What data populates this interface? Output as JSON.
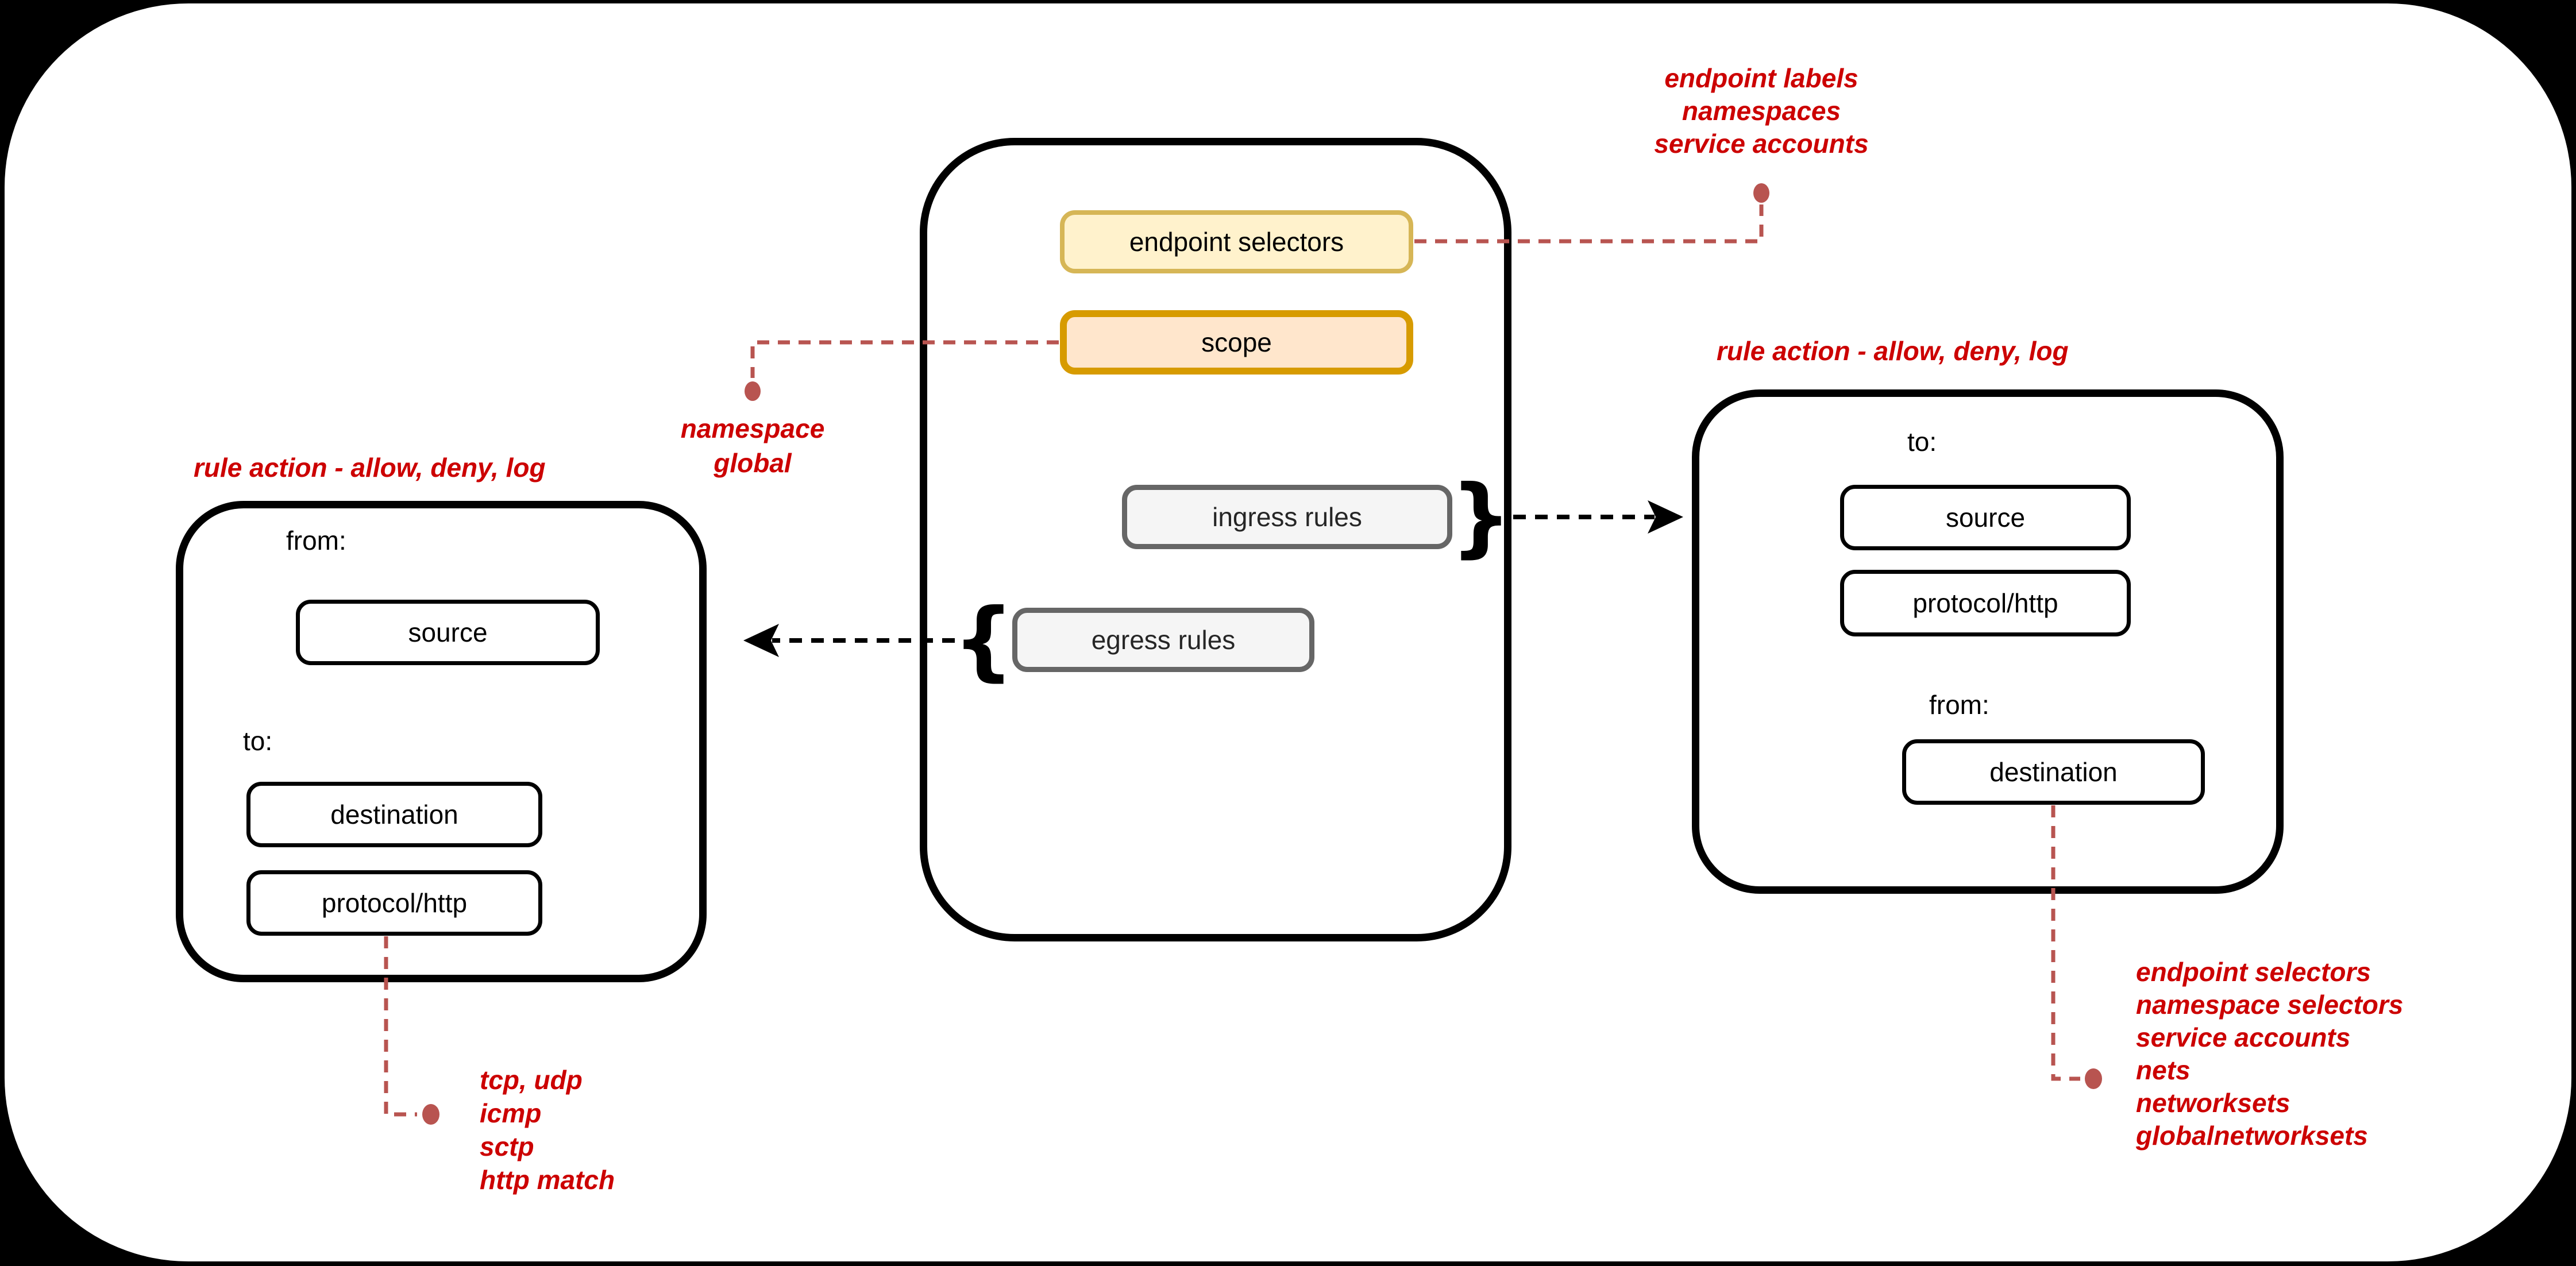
{
  "policy": {
    "endpoint_selectors": "endpoint selectors",
    "scope": "scope",
    "ingress_rules": "ingress rules",
    "egress_rules": "egress rules"
  },
  "braces": {
    "ingress": "}",
    "egress": "{"
  },
  "egress_detail": {
    "title": "rule action - allow, deny, log",
    "from_label": "from:",
    "source": "source",
    "to_label": "to:",
    "destination": "destination",
    "protocol": "protocol/http"
  },
  "ingress_detail": {
    "title": "rule action - allow, deny, log",
    "to_label": "to:",
    "source": "source",
    "protocol": "protocol/http",
    "from_label": "from:",
    "destination": "destination"
  },
  "annotations": {
    "endpoint_note": [
      "endpoint labels",
      "namespaces",
      "service accounts"
    ],
    "scope_note": [
      "namespace",
      "global"
    ],
    "protocol_note": [
      "tcp, udp",
      "icmp",
      "sctp",
      "http match"
    ],
    "destination_note": [
      "endpoint selectors",
      "namespace selectors",
      "service accounts",
      "nets",
      "networksets",
      "globalnetworksets"
    ]
  },
  "colors": {
    "annotation_red": "#CC0000",
    "connector_red": "#B85450",
    "selector_fill": "#FFF2CC",
    "selector_border": "#D6B656",
    "scope_fill": "#FFE6CC",
    "scope_border": "#D79B00",
    "rules_fill": "#F5F5F5",
    "rules_border": "#666666",
    "line_black": "#000000",
    "sheet": "#FFFFFF",
    "background": "#000000"
  }
}
